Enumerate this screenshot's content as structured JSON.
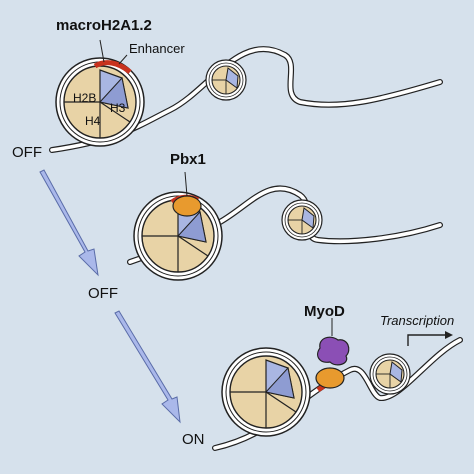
{
  "panel1": {
    "protein": "macroH2A1.2",
    "enhancer": "Enhancer",
    "h2b": "H2B",
    "h3": "H3",
    "h4": "H4",
    "state": "OFF"
  },
  "panel2": {
    "protein": "Pbx1",
    "state": "OFF"
  },
  "panel3": {
    "protein": "MyoD",
    "transcription": "Transcription",
    "state": "ON"
  },
  "colors": {
    "background": "#d6e1ec",
    "histone_tan": "#e8d3a6",
    "histone_blue": "#a9b6e2",
    "dna": "#ffffff",
    "enhancer": "#c8321e",
    "pbx1": "#e89a2e",
    "myod": "#8b4fb5",
    "arrow": "#aab8ea"
  }
}
